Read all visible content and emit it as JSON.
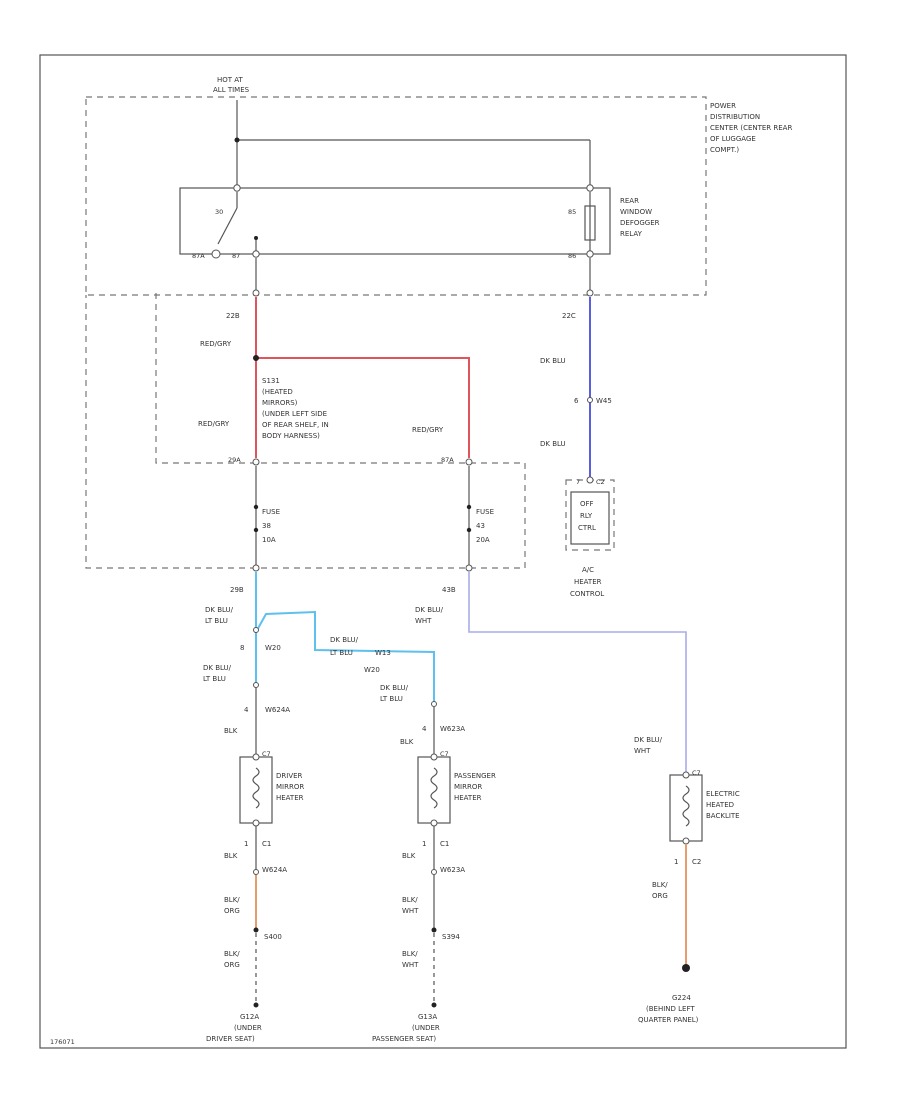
{
  "colors": {
    "red": "#e0545c",
    "dk_blu": "#5a5ee0",
    "lt_blu": "#5ec0ee",
    "lt_wire": "#a8acea",
    "orange": "#e69c6e",
    "gray": "#6a6a6a"
  },
  "hot": {
    "line1": "HOT AT",
    "line2": "ALL TIMES"
  },
  "pdc": {
    "line1": "POWER",
    "line2": "DISTRIBUTION",
    "line3": "CENTER (CENTER REAR",
    "line4": "OF LUGGAGE",
    "line5": "COMPT.)"
  },
  "relay": {
    "label1": "REAR",
    "label2": "WINDOW",
    "label3": "DEFOGGER",
    "label4": "RELAY",
    "pin_left_top": "30",
    "pin_left_bottom": "87A",
    "pin_mid_bottom": "87",
    "pin_right_top": "85",
    "pin_right_bottom": "86"
  },
  "left_circuit": {
    "cav1": "22B",
    "color1": "RED/GRY",
    "splice1": "S131",
    "splice2": "(HEATED",
    "splice3": "MIRRORS)",
    "splice4": "(UNDER LEFT SIDE",
    "splice5": "OF REAR SHELF, IN",
    "splice6": "BODY HARNESS)",
    "color2": "RED/GRY",
    "cav2": "29A",
    "fuse1": "FUSE",
    "fuse2": "38",
    "fuse3": "10A",
    "cav3": "29B",
    "color3a": "DK BLU/",
    "color3b": "LT BLU",
    "conn_a": "8",
    "conn_b": "W20",
    "color4a": "DK BLU/",
    "color4b": "LT BLU",
    "conn_c": "4",
    "conn_d": "W624A",
    "gnd_color1": "BLK",
    "heater_pin_top": "C7",
    "heater1": "DRIVER",
    "heater2": "MIRROR",
    "heater3": "HEATER",
    "pin_bottom": "1",
    "pin_bottom_conn": "C1",
    "gnd_color2": "BLK",
    "gnd_conn": "W624A",
    "gnd_color3a": "BLK/",
    "gnd_color3b": "ORG",
    "gnd_splice": "S400",
    "gnd_color4a": "BLK/",
    "gnd_color4b": "ORG",
    "ground1": "G12A",
    "ground2": "(UNDER",
    "ground3": "DRIVER SEAT)"
  },
  "mid_circuit": {
    "color1": "RED/GRY",
    "cav1": "87A",
    "fuse1": "FUSE",
    "fuse2": "43",
    "fuse3": "20A",
    "cav2": "43B",
    "color2a": "DK BLU/",
    "color2b": "WHT",
    "cross1": "DK BLU/",
    "cross2": "LT BLU",
    "cross3": "W13",
    "cross_conn": "W20",
    "color4a": "DK BLU/",
    "color4b": "LT BLU",
    "conn_c": "4",
    "conn_d": "W623A",
    "gnd_color1": "BLK",
    "heater_pin_top": "C7",
    "heater1": "PASSENGER",
    "heater2": "MIRROR",
    "heater3": "HEATER",
    "pin_bottom": "1",
    "pin_bottom_conn": "C1",
    "gnd_color2": "BLK",
    "gnd_conn": "W623A",
    "gnd_color3a": "BLK/",
    "gnd_color3b": "WHT",
    "gnd_splice": "S394",
    "gnd_color4a": "BLK/",
    "gnd_color4b": "WHT",
    "ground1": "G13A",
    "ground2": "(UNDER",
    "ground3": "PASSENGER SEAT)"
  },
  "right_circuit": {
    "cav1": "22C",
    "color1": "DK BLU",
    "inline_a": "6",
    "inline_b": "W45",
    "color2": "DK BLU",
    "ctrl_pin_a": "7",
    "ctrl_pin_b": "C2",
    "ctrl1": "OFF",
    "ctrl2": "RLY",
    "ctrl3": "CTRL",
    "module1": "A/C",
    "module2": "HEATER",
    "module3": "CONTROL"
  },
  "backlite": {
    "color1a": "DK BLU/",
    "color1b": "WHT",
    "pin_top": "C7",
    "label1": "ELECTRIC",
    "label2": "HEATED",
    "label3": "BACKLITE",
    "pin_bottom_a": "1",
    "pin_bottom_b": "C2",
    "color2a": "BLK/",
    "color2b": "ORG",
    "ground1": "G224",
    "ground2": "(BEHIND LEFT",
    "ground3": "QUARTER PANEL)"
  },
  "footer": {
    "code": "176071"
  }
}
